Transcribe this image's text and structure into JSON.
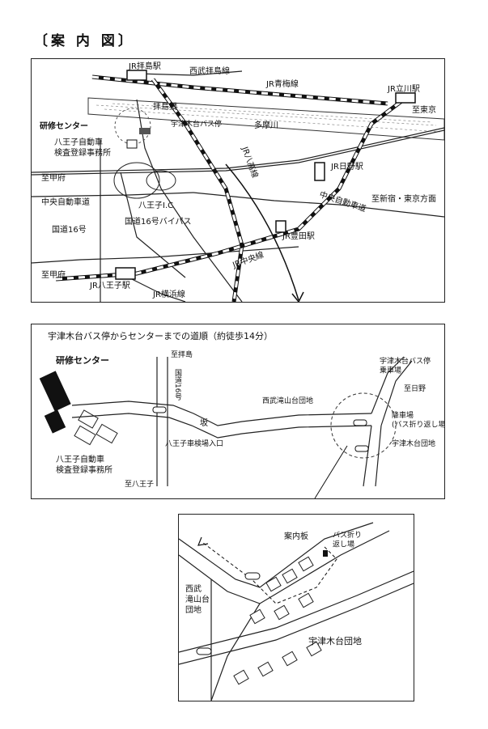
{
  "title": "〔案 内 図〕",
  "overview": {
    "stations": {
      "haijima": "JR拝島駅",
      "tachikawa": "JR立川駅",
      "hino": "JR日野駅",
      "toyoda": "JR豊田駅",
      "hachioji": "JR八王子駅"
    },
    "lines": {
      "seibu_haijima": "西武拝島線",
      "ome": "JR青梅線",
      "hachiko": "JR八高線",
      "chuo": "JR中央線",
      "yokohama": "JR横浜線"
    },
    "places": {
      "haijima_bridge": "拝島橋",
      "tamagawa": "多摩川",
      "bus_stop": "宇津木台バス停",
      "center": "研修センター",
      "inspection_office": "八王子自動車\n検査登録事務所",
      "interchange": "八王子I.C",
      "to_tokyo": "至東京",
      "to_kofu": "至甲府",
      "to_kofu2": "至甲府",
      "chuo_expressway_left": "中央自動車道",
      "chuo_expressway_right": "中央自動車道",
      "to_shinjuku": "至新宿・東京方面",
      "route16": "国道16号",
      "route16_bypass": "国道16号バイパス"
    }
  },
  "route": {
    "heading": "宇津木台バス停からセンターまでの道順（約徒歩14分）",
    "center": "研修センター",
    "to_haijima": "至拝島",
    "route16_vertical": "国道16号",
    "slope": "坂",
    "checkpoint": "八王子車検場入口",
    "inspection_office": "八王子自動車\n検査登録事務所",
    "to_hachioji": "至八王子",
    "seibu_danchi": "西武滝山台団地",
    "bus_boarding": "宇津木台バス停\n乗車場",
    "to_hino": "至日野",
    "bus_alighting": "降車場\n(バス折り返し場)",
    "utsugidai_danchi": "宇津木台団地"
  },
  "detail": {
    "info_board": "案内板",
    "bus_turnaround": "バス折り\n返し場",
    "seibu_danchi": "西武\n滝山台\n団地",
    "utsugidai_danchi": "宇津木台団地"
  }
}
